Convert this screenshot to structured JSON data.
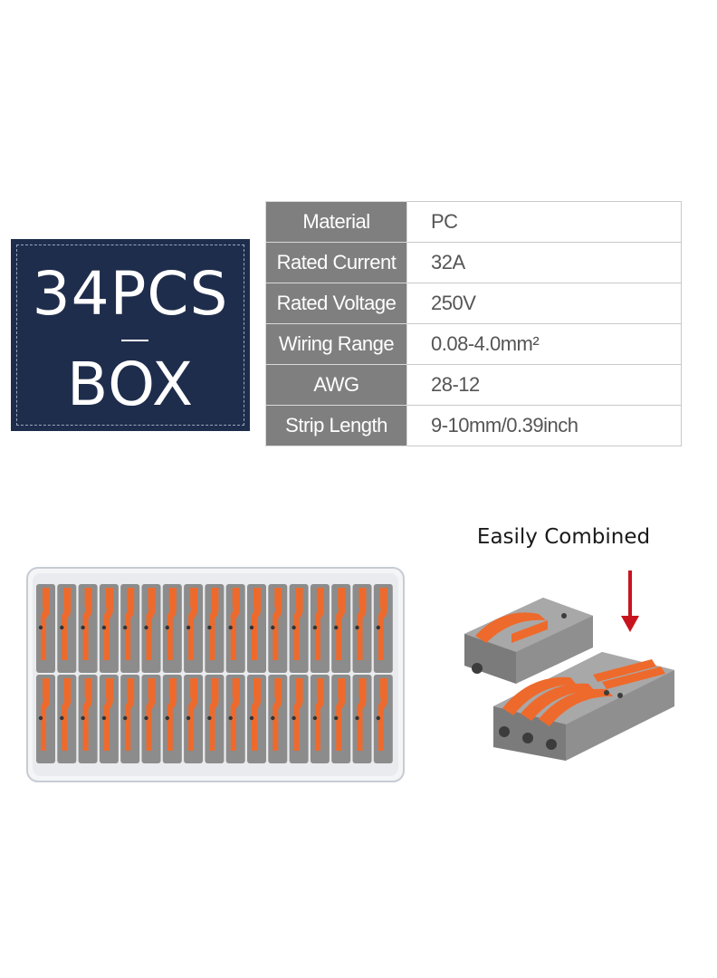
{
  "badge": {
    "quantity": "34PCS",
    "unit": "BOX"
  },
  "specs": [
    {
      "label": "Material",
      "value": "PC"
    },
    {
      "label": "Rated Current",
      "value": "32A"
    },
    {
      "label": "Rated Voltage",
      "value": "250V"
    },
    {
      "label": "Wiring Range",
      "value": "0.08-4.0mm²"
    },
    {
      "label": "AWG",
      "value": "28-12"
    },
    {
      "label": "Strip Length",
      "value": "9-10mm/0.39inch"
    }
  ],
  "combo": {
    "caption": "Easily Combined",
    "arrow_icon": "arrow-down-icon"
  },
  "colors": {
    "badge_bg": "#1f2d4c",
    "label_bg": "#7f7f7f",
    "connector_gray": "#8c8c8c",
    "lever_orange": "#ee6a2c",
    "arrow_red": "#c8141e"
  }
}
